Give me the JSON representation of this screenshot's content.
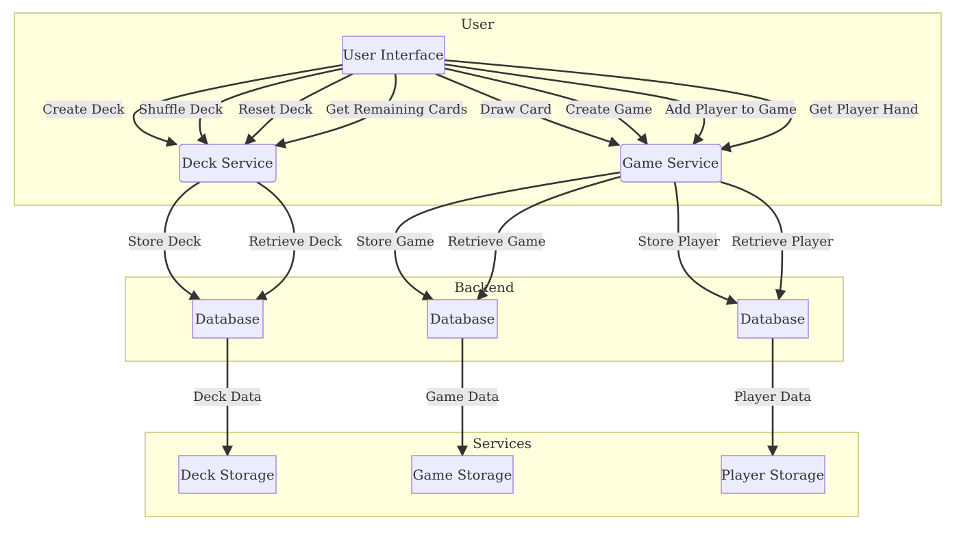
{
  "clusters": {
    "user": "User",
    "backend": "Backend",
    "services": "Services"
  },
  "nodes": {
    "ui": "User Interface",
    "deck_service": "Deck Service",
    "game_service": "Game Service",
    "db_deck": "Database",
    "db_game": "Database",
    "db_player": "Database",
    "deck_storage": "Deck Storage",
    "game_storage": "Game Storage",
    "player_storage": "Player Storage"
  },
  "edges": {
    "create_deck": "Create Deck",
    "shuffle_deck": "Shuffle Deck",
    "reset_deck": "Reset Deck",
    "get_remaining_cards": "Get Remaining Cards",
    "draw_card": "Draw Card",
    "create_game": "Create Game",
    "add_player": "Add Player to Game",
    "get_player_hand": "Get Player Hand",
    "store_deck": "Store Deck",
    "retrieve_deck": "Retrieve Deck",
    "store_game": "Store Game",
    "retrieve_game": "Retrieve Game",
    "store_player": "Store Player",
    "retrieve_player": "Retrieve Player",
    "deck_data": "Deck Data",
    "game_data": "Game Data",
    "player_data": "Player Data"
  },
  "colors": {
    "cluster_fill": "#ffffde",
    "cluster_stroke": "#aaaa33",
    "node_fill": "#ececff",
    "node_stroke": "#9370db",
    "edge": "#333333",
    "label_bg": "#e8e8e8"
  }
}
